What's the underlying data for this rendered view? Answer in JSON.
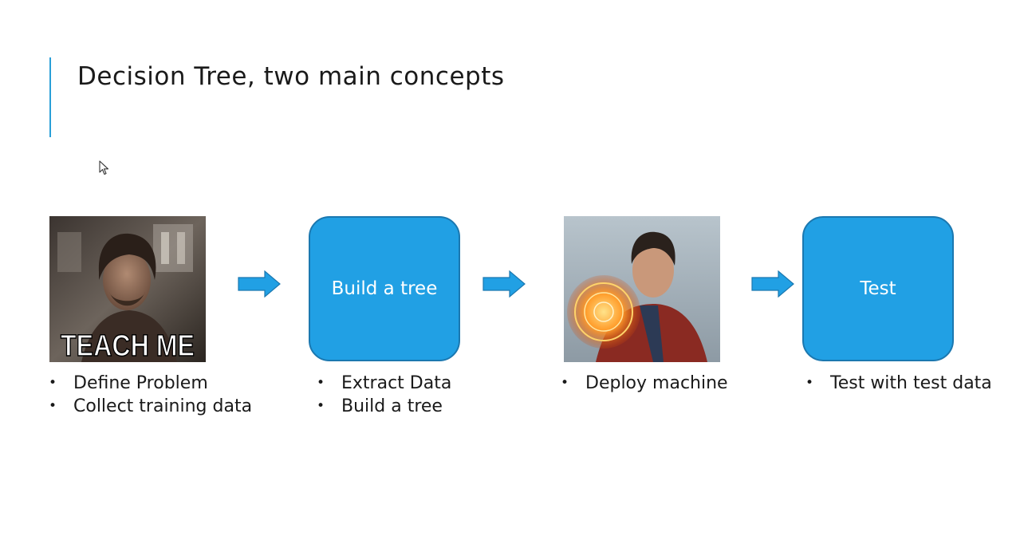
{
  "slide": {
    "title": "Decision Tree, two main concepts"
  },
  "steps": [
    {
      "kind": "image",
      "image_caption": "TEACH ME",
      "bullets": [
        "Define Problem",
        "Collect training data"
      ]
    },
    {
      "kind": "box",
      "label": "Build a tree",
      "bullets": [
        "Extract Data",
        "Build a tree"
      ]
    },
    {
      "kind": "image",
      "bullets": [
        "Deploy machine"
      ]
    },
    {
      "kind": "box",
      "label": "Test",
      "bullets": [
        "Test with test data"
      ]
    }
  ],
  "colors": {
    "accent": "#2a9fd8",
    "box_fill": "#21a0e4",
    "box_border": "#1b78b0",
    "arrow_fill": "#21a0e4"
  },
  "icons": [
    "mouse-pointer-icon",
    "right-arrow-icon"
  ]
}
